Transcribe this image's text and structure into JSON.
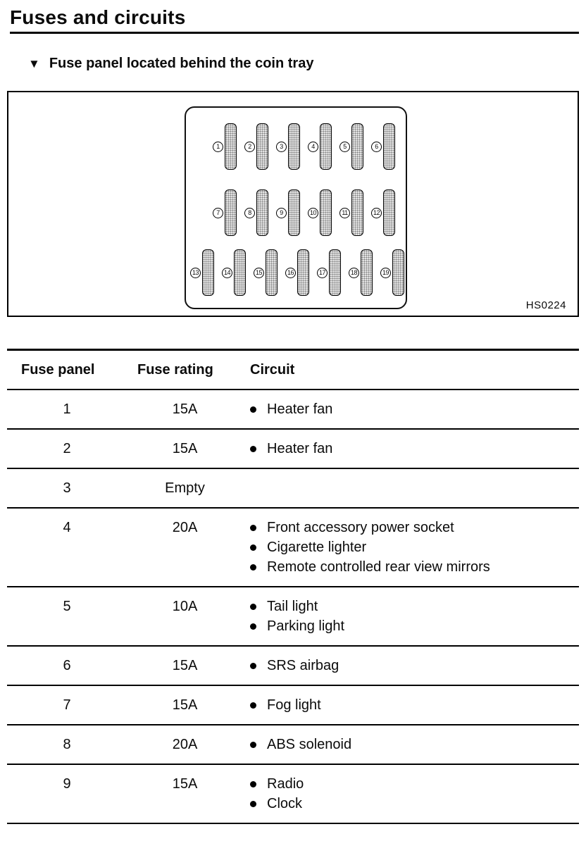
{
  "page": {
    "title": "Fuses and circuits",
    "section_marker": "▼",
    "section_title": "Fuse panel located behind the coin tray",
    "figure_label": "HS0224"
  },
  "diagram": {
    "rows": [
      {
        "fuses": [
          1,
          2,
          3,
          4,
          5,
          6
        ]
      },
      {
        "fuses": [
          7,
          8,
          9,
          10,
          11,
          12
        ]
      },
      {
        "fuses": [
          13,
          14,
          15,
          16,
          17,
          18,
          19
        ]
      }
    ]
  },
  "table": {
    "headers": [
      "Fuse panel",
      "Fuse rating",
      "Circuit"
    ],
    "rows": [
      {
        "panel": "1",
        "rating": "15A",
        "circuits": [
          "Heater fan"
        ]
      },
      {
        "panel": "2",
        "rating": "15A",
        "circuits": [
          "Heater fan"
        ]
      },
      {
        "panel": "3",
        "rating": "Empty",
        "circuits": []
      },
      {
        "panel": "4",
        "rating": "20A",
        "circuits": [
          "Front accessory power socket",
          "Cigarette lighter",
          "Remote controlled rear view mirrors"
        ]
      },
      {
        "panel": "5",
        "rating": "10A",
        "circuits": [
          "Tail light",
          "Parking light"
        ]
      },
      {
        "panel": "6",
        "rating": "15A",
        "circuits": [
          "SRS airbag"
        ]
      },
      {
        "panel": "7",
        "rating": "15A",
        "circuits": [
          "Fog light"
        ]
      },
      {
        "panel": "8",
        "rating": "20A",
        "circuits": [
          "ABS solenoid"
        ]
      },
      {
        "panel": "9",
        "rating": "15A",
        "circuits": [
          "Radio",
          "Clock"
        ]
      }
    ]
  }
}
